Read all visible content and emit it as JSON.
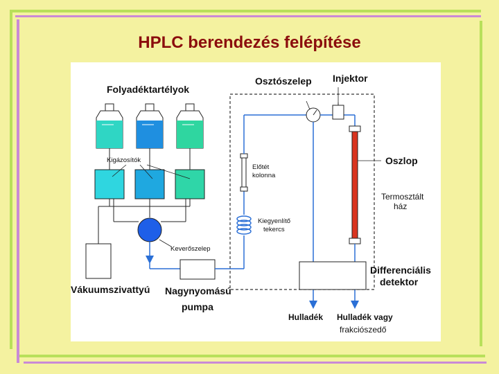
{
  "slide": {
    "title": "HPLC berendezés felépítése"
  },
  "diagram": {
    "labels": {
      "reservoirs": "Folyadéktartélyok",
      "splitter": "Osztószelep",
      "injector": "Injektor",
      "degassers": "Kigázosítók",
      "precolumn_line1": "Előtét",
      "precolumn_line2": "kolonna",
      "column": "Oszlop",
      "thermostat_line1": "Termosztált",
      "thermostat_line2": "ház",
      "coil_line1": "Kiegyenlítő",
      "coil_line2": "tekercs",
      "mixing_valve": "Keverőszelep",
      "detector_line1": "Differenciális",
      "detector_line2": "detektor",
      "vacuum_pump": "Vákuumszivattyú",
      "hp_pump_line1": "Nagynyomású",
      "hp_pump_line2": "pumpa",
      "waste": "Hulladék",
      "waste_or_collector_line1": "Hulladék vagy",
      "waste_or_collector_line2": "frakciószedő"
    },
    "colors": {
      "flow": "#2a6fd6",
      "column": "#d9341f",
      "liquid1": "#2fd6c4",
      "liquid2": "#1f8fe0",
      "liquid3": "#2fd6a0",
      "mixer": "#1e5fe8",
      "title": "#8b0d0d"
    }
  }
}
